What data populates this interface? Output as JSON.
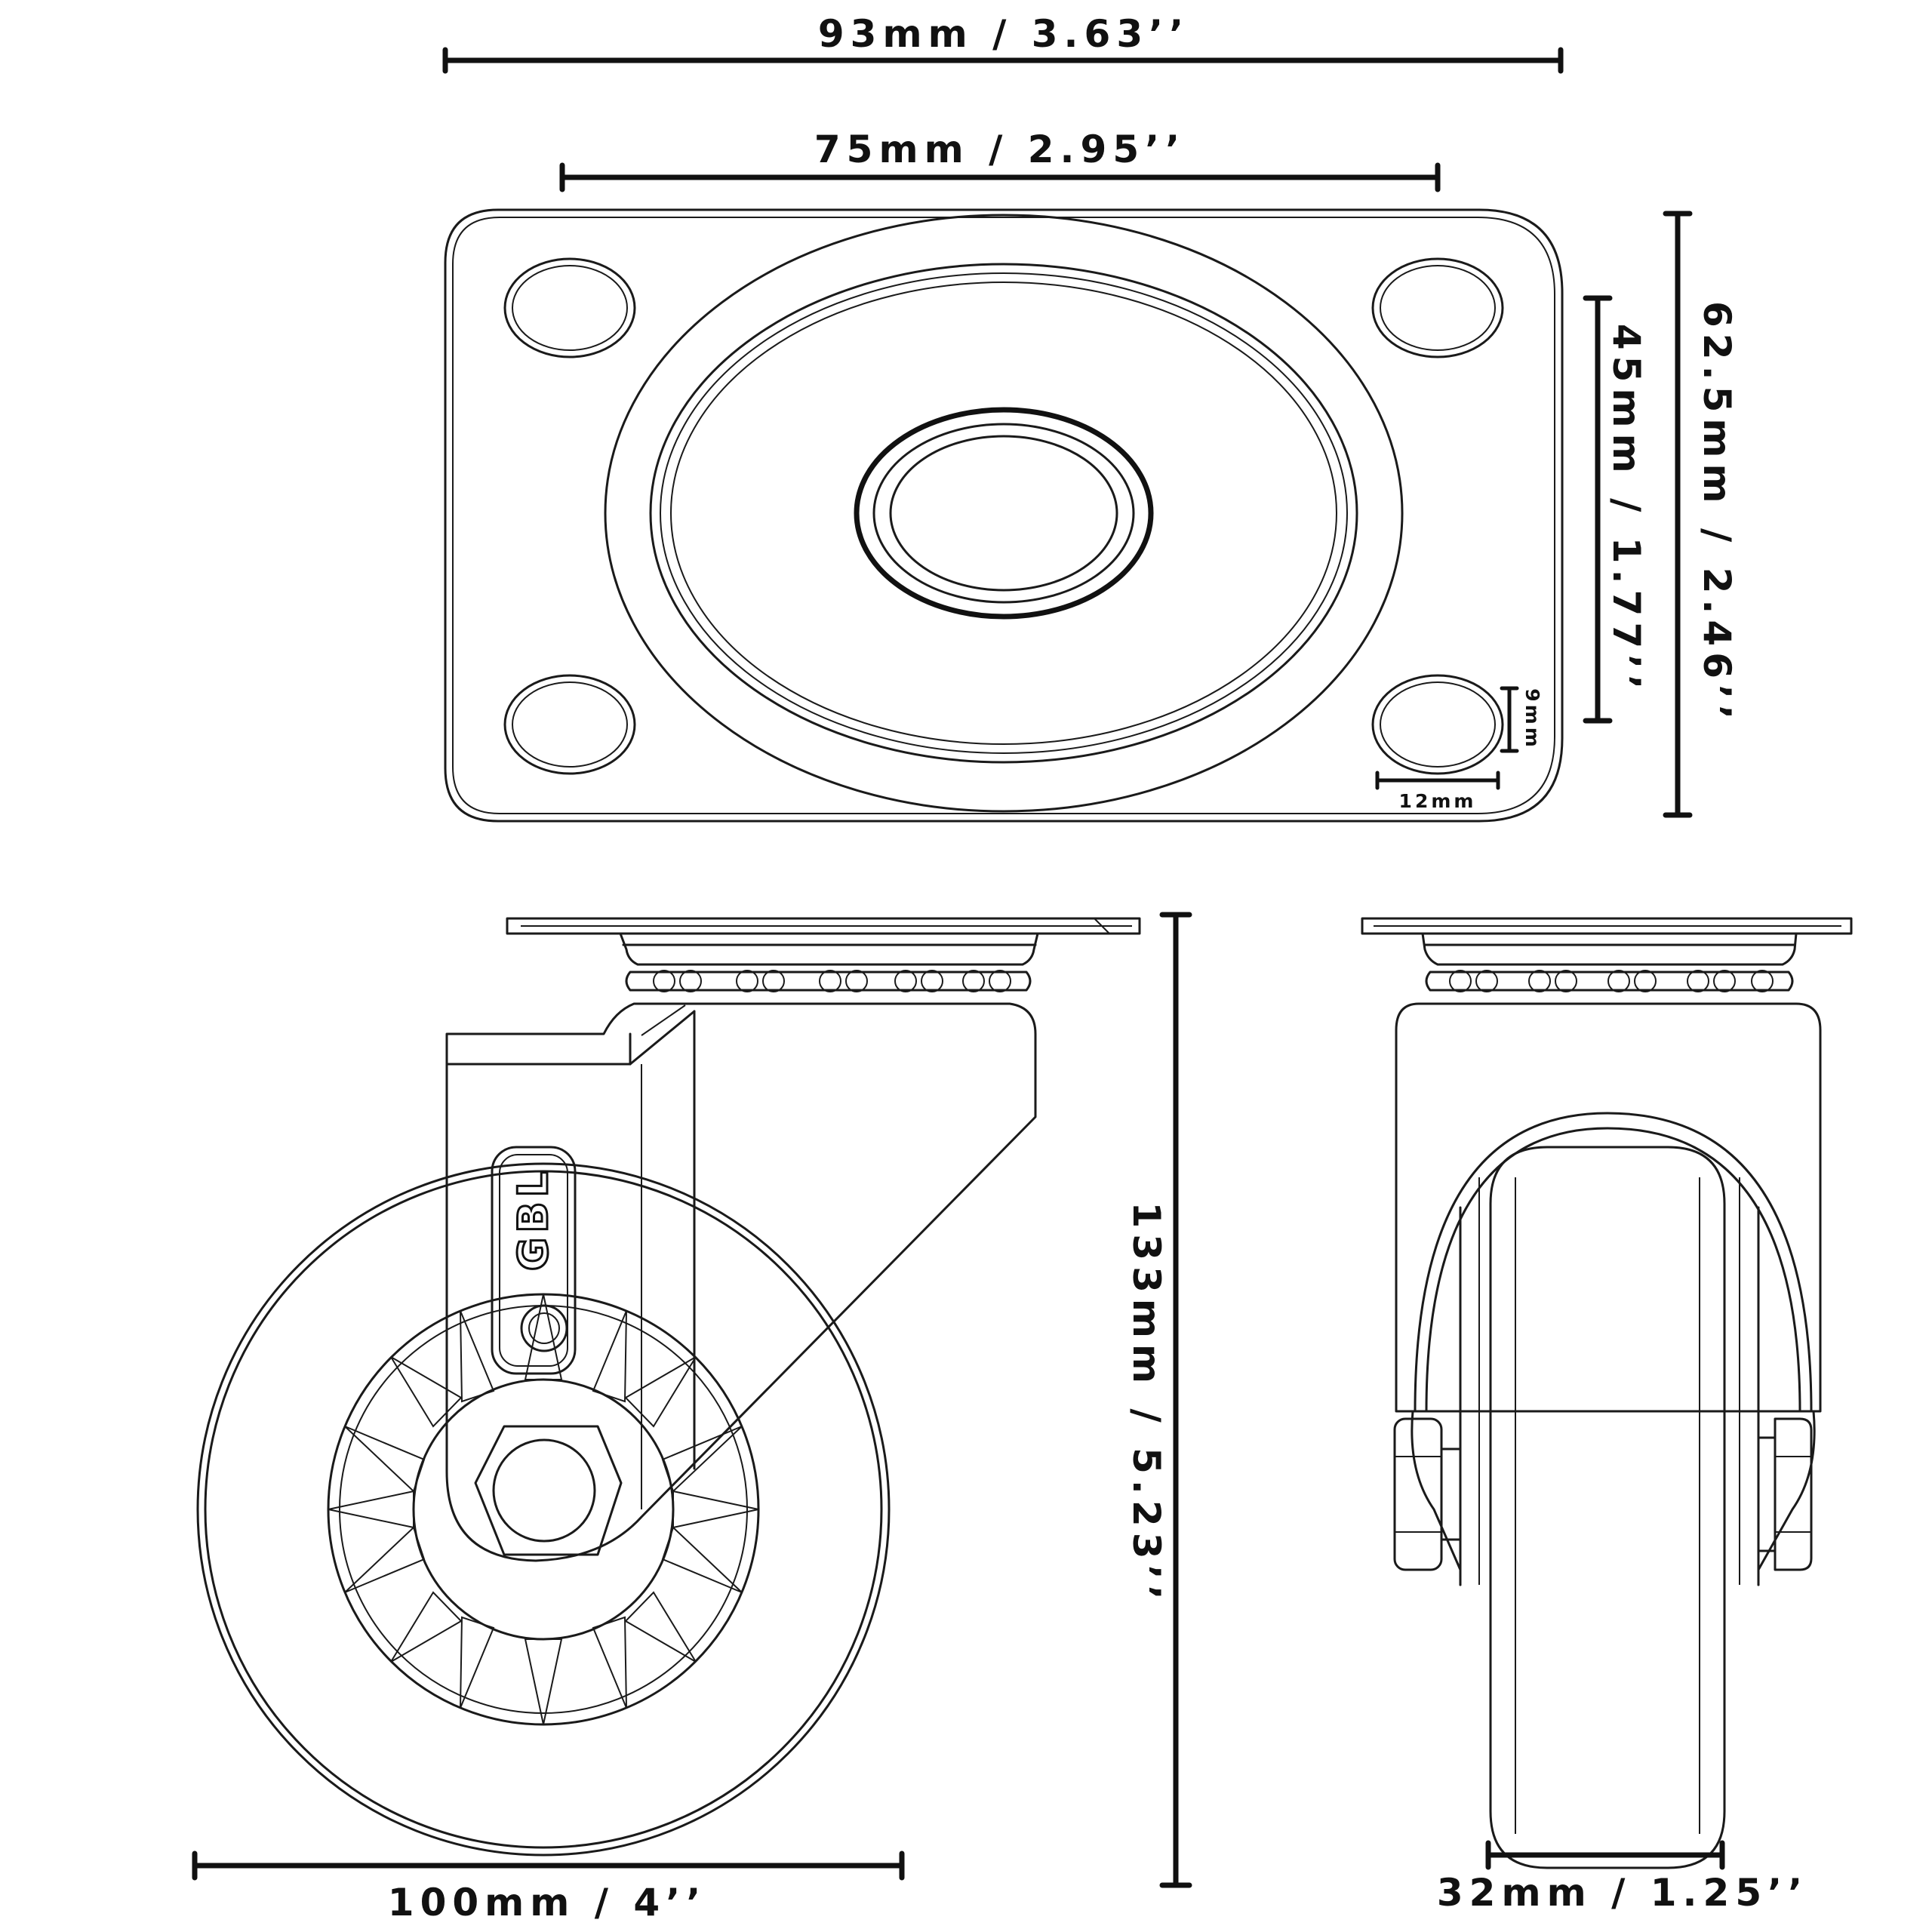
{
  "dimensions": {
    "top_overall_width": "93mm / 3.63’’",
    "top_hole_spacing_width": "75mm / 2.95’’",
    "plate_height": "62.5mm / 2.46’’",
    "hole_spacing_height": "45mm / 1.77’’",
    "slot_height": "9mm",
    "slot_width": "12mm",
    "overall_height": "133mm / 5.23’’",
    "wheel_diameter": "100mm / 4’’",
    "wheel_width": "32mm / 1.25’’"
  },
  "brand": {
    "logo_text": "GBL"
  },
  "colors": {
    "line": "#1a1a1a",
    "background": "#ffffff"
  }
}
